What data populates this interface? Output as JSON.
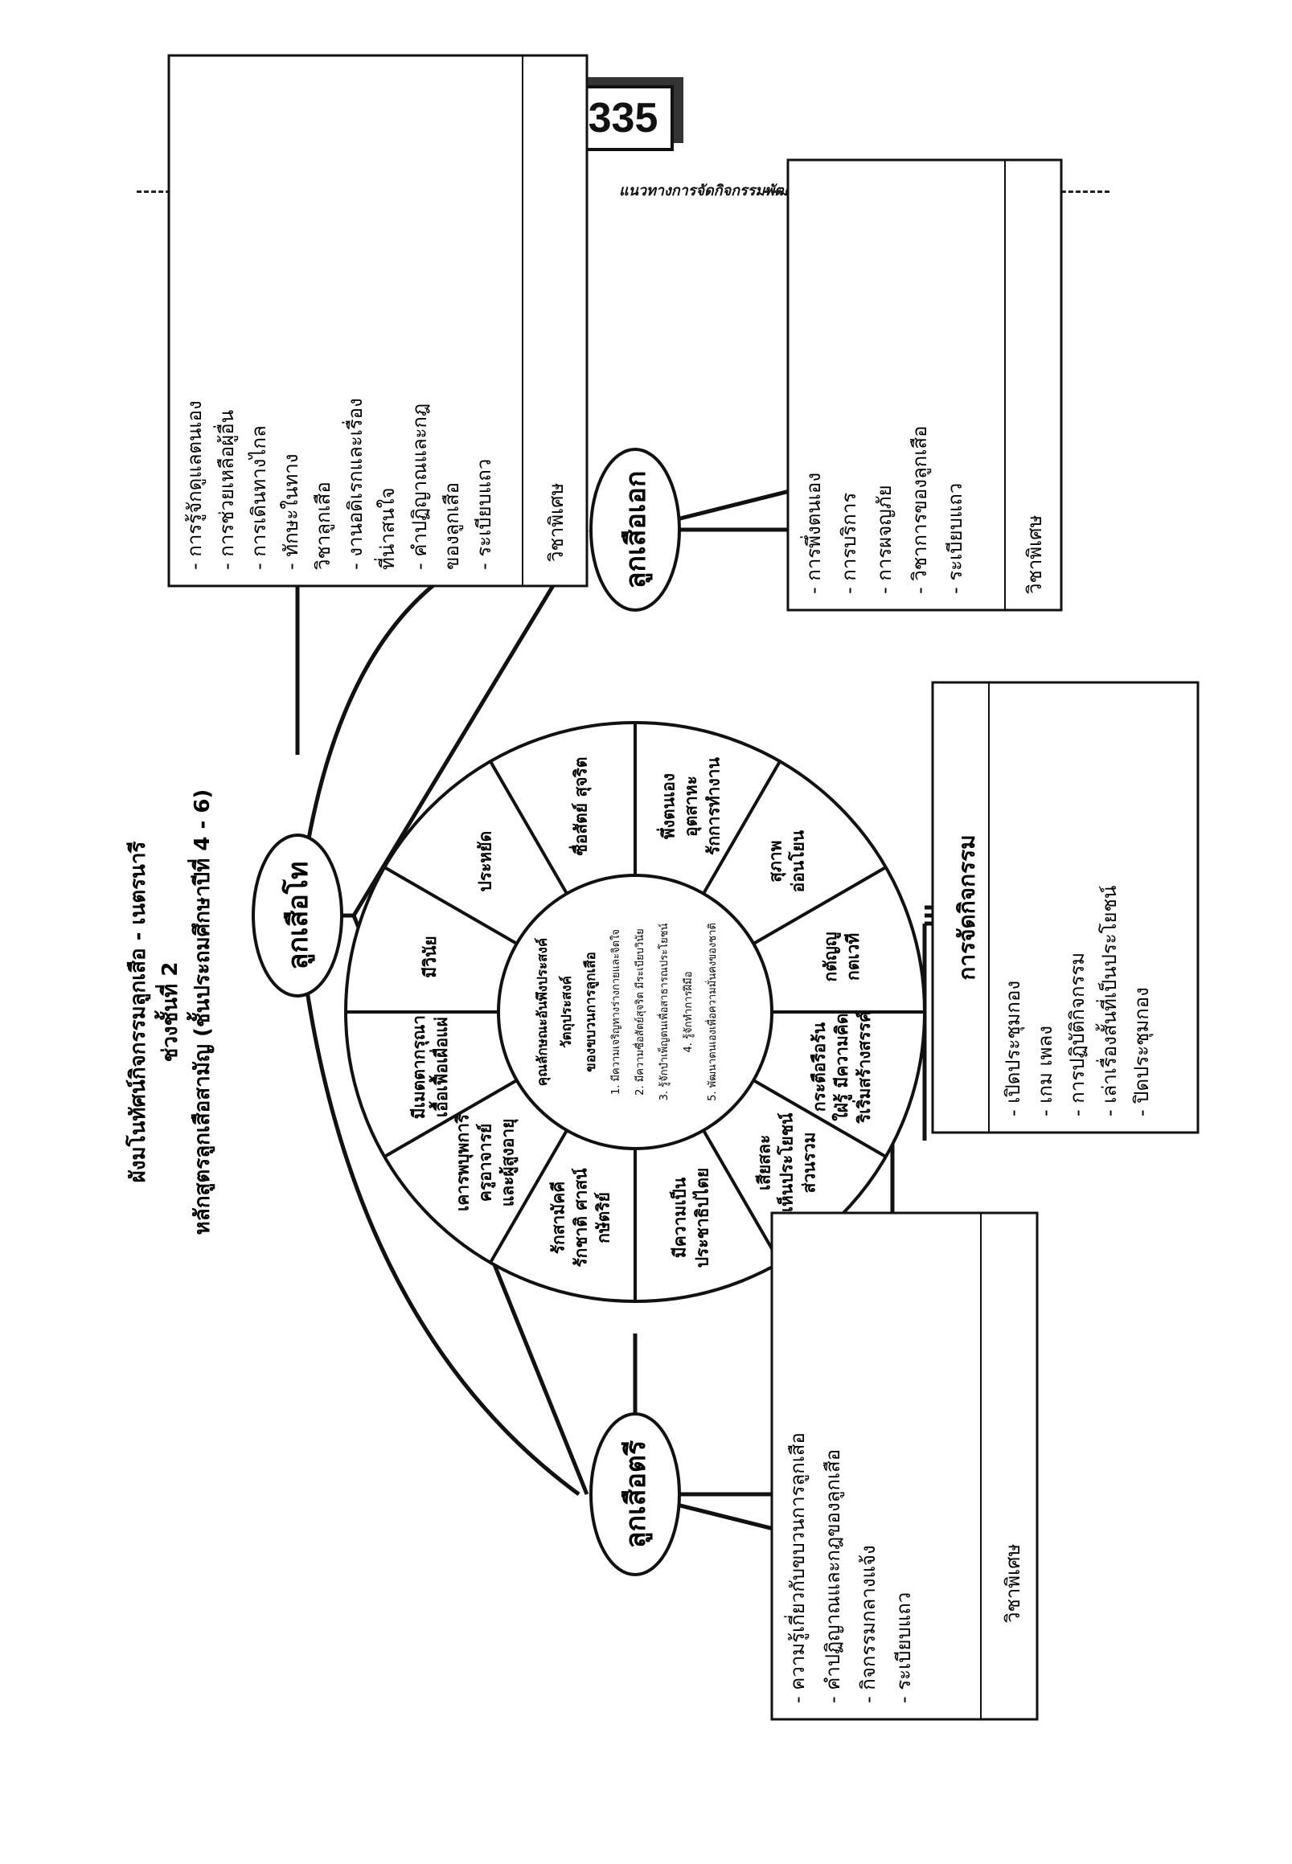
{
  "page_number": "335",
  "header": {
    "running_title": "แนวทางการจัดกิจกรรมพัฒนาผู้เรียน"
  },
  "title": {
    "line1": "ผังมโนทัศน์กิจกรรมลูกเสือ - เนตรนารี",
    "line2": "ช่วงชั้นที่ 2",
    "line3": "หลักสูตรลูกเสือสามัญ (ชั้นประถมศึกษาปีที่ 4 - 6)"
  },
  "nodes": {
    "cub": "ลูกเสือโท",
    "first": "ลูกเสือเอก",
    "third": "ลูกเสือตรี"
  },
  "boxes": {
    "cub": {
      "items": [
        "- การรู้จักดูแลตนเอง",
        "- การช่วยเหลือผู้อื่น",
        "- การเดินทางไกล",
        "- ทักษะในทาง",
        "  วิชาลูกเสือ",
        "- งานอดิเรกและเรื่อง",
        "  ที่น่าสนใจ",
        "- คำปฏิญาณและกฎ",
        "  ของลูกเสือ",
        "- ระเบียบแถว"
      ],
      "special": "วิชาพิเศษ"
    },
    "first": {
      "items": [
        "- การพึ่งตนเอง",
        "- การบริการ",
        "- การผจญภัย",
        "- วิชาการของลูกเสือ",
        "- ระเบียบแถว"
      ],
      "special": "วิชาพิเศษ"
    },
    "third": {
      "items": [
        "- ความรู้เกี่ยวกับขบวนการลูกเสือ",
        "- คำปฏิญาณและกฎของลูกเสือ",
        "- กิจกรรมกลางแจ้ง",
        "- ระเบียบแถว"
      ],
      "special": "วิชาพิเศษ"
    },
    "activities": {
      "title": "การจัดกิจกรรม",
      "items": [
        "- เปิดประชุมกอง",
        "- เกม เพลง",
        "- การปฏิบัติกิจกรรม",
        "- เล่าเรื่องสั้นที่เป็นประโยชน์",
        "- ปิดประชุมกอง"
      ]
    }
  },
  "wheel": {
    "segments": [
      [
        "มีวินัย"
      ],
      [
        "ประหยัด"
      ],
      [
        "ซื่อสัตย์ สุจริต"
      ],
      [
        "พึ่งตนเอง",
        "อุตสาหะ",
        "รักการทำงาน"
      ],
      [
        "สุภาพ",
        "อ่อนโยน"
      ],
      [
        "กตัญญู",
        "กตเวที"
      ],
      [
        "กระตือรือร้น",
        "ใฝ่รู้ มีความคิด",
        "ริเริ่มสร้างสรรค์"
      ],
      [
        "เสียสละ",
        "เห็นประโยชน์",
        "ส่วนรวม"
      ],
      [
        "มีความเป็น",
        "ประชาธิปไตย"
      ],
      [
        "รักสามัคคี",
        "รักชาติ ศาสน์",
        "กษัตริย์"
      ],
      [
        "เคารพบุพการี",
        "ครูอาจารย์",
        "และผู้สูงอายุ"
      ],
      [
        "มีเมตตากรุณา",
        "เอื้อเฟื้อเผื่อแผ่"
      ]
    ],
    "center_lines": [
      "คุณลักษณะอันพึงประสงค์",
      "วัตถุประสงค์",
      "ของขบวนการลูกเสือ",
      "1. มีความเจริญทางร่างกายและจิตใจ",
      "2. มีความซื่อสัตย์สุจริต มีระเบียบวินัย",
      "3. รู้จักบำเพ็ญตนเพื่อสาธารณประโยชน์",
      "4. รู้จักทำการฝีมือ",
      "5. พัฒนาตนเองเพื่อความมั่นคงของชาติ"
    ]
  }
}
